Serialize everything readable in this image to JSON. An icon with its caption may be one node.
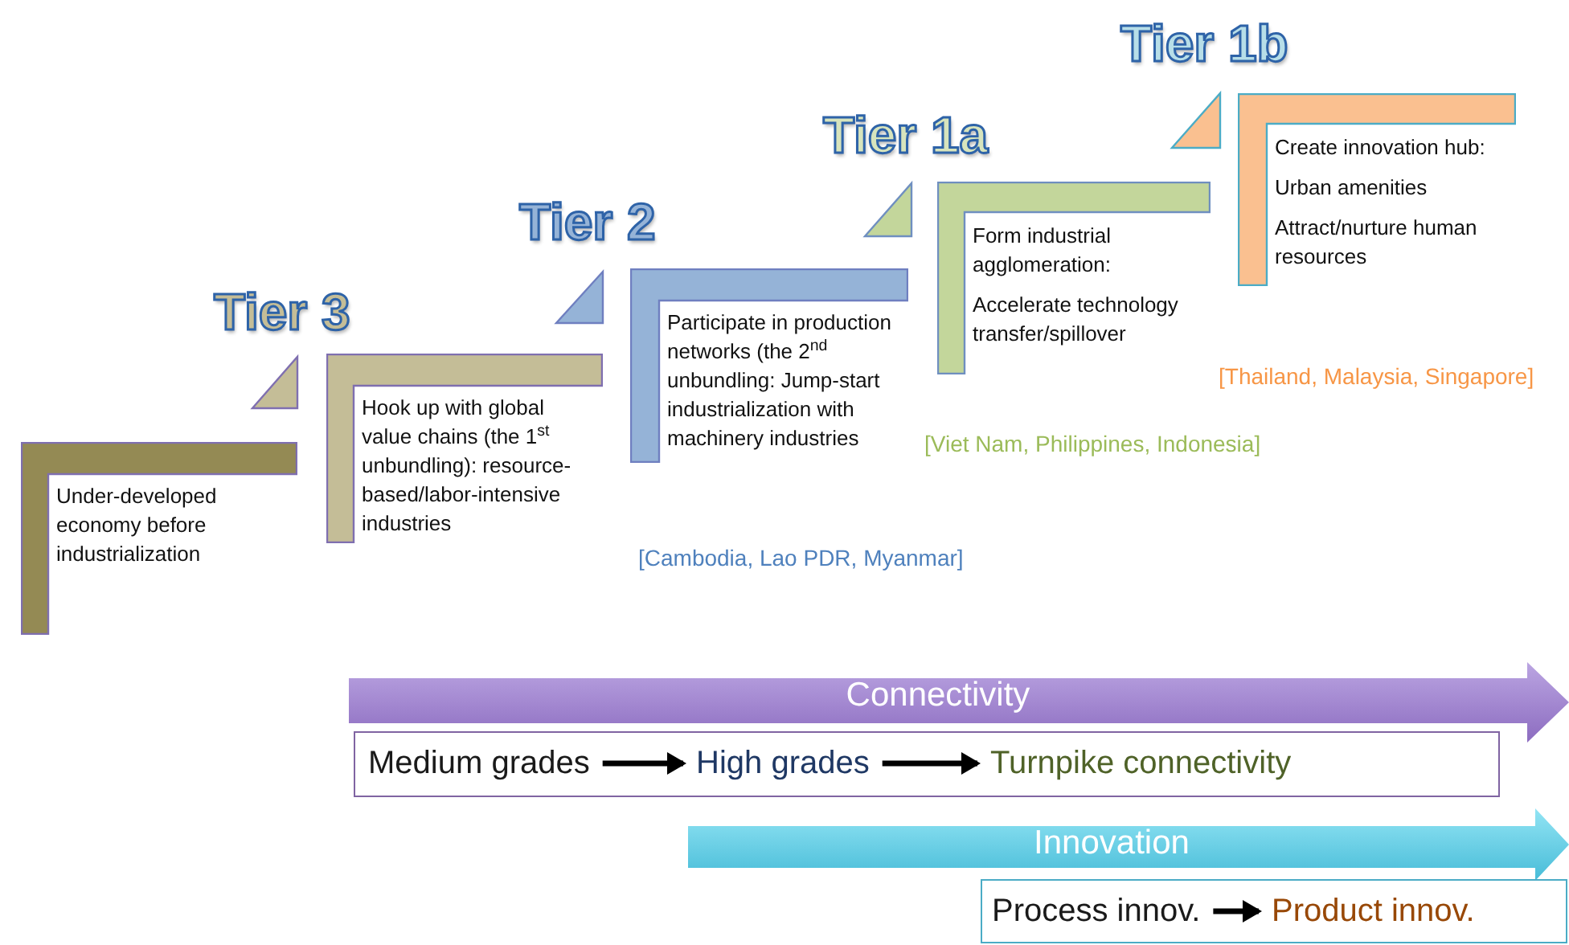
{
  "diagram": {
    "nodes": [
      {
        "text": [
          "Under-developed economy before industrialization"
        ]
      },
      {
        "text": [
          "Hook up with global value chains (the 1$^{st}$ unbundling): resource-based/labor-intensive industries"
        ]
      },
      {
        "text": [
          "Participate in production networks (the 2$^{nd}$ unbundling: Jump-start industrialization with machinery industries"
        ]
      },
      {
        "text": [
          "Form industrial agglomeration:",
          "Accelerate technology transfer/spillover"
        ]
      },
      {
        "text": [
          "Create innovation hub:",
          "Urban amenities",
          "Attract/nurture human resources"
        ]
      },
      {
        "text": [
          "Connectivity"
        ]
      },
      {
        "text": [],
        "shape": "box"
      },
      {
        "text": [
          "Medium grades"
        ],
        "in": 6
      },
      {
        "text": [
          "High grades"
        ],
        "in": 6
      },
      {
        "text": [
          "Turnpike connectivity"
        ],
        "in": 6
      },
      {
        "text": [
          "Innovation"
        ]
      },
      {
        "text": [],
        "shape": "box"
      },
      {
        "text": [
          "Process innov."
        ],
        "in": 11
      },
      {
        "text": [
          "Product innov."
        ],
        "in": 11
      }
    ],
    "edges": [
      {
        "from": 7,
        "to": 8,
        "arrow": "to"
      },
      {
        "from": 8,
        "to": 9,
        "arrow": "to"
      },
      {
        "from": 12,
        "to": 13,
        "arrow": "to"
      }
    ],
    "labels": [
      "Tier 1b",
      "Tier 1a",
      "Tier 2",
      "Tier 3",
      "[Thailand, Malaysia, Singapore]",
      "[Viet Nam, Philippines, Indonesia]",
      "[Cambodia, Lao PDR, Myanmar]"
    ]
  }
}
